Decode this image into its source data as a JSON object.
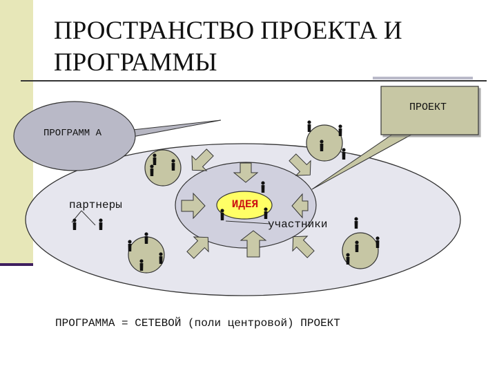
{
  "slide": {
    "title": "ПРОСТРАНСТВО ПРОЕКТА И ПРОГРАММЫ",
    "formula": "ПРОГРАММА = СЕТЕВОЙ (поли центровой) ПРОЕКТ"
  },
  "diagram": {
    "project_label": "ПРОЕКТ",
    "program_label": "ПРОГРАММ А",
    "partners_label": "партнеры",
    "idea_label": "ИДЕЯ",
    "participants_label": "участники"
  },
  "colors": {
    "side_band": "#e7e7b8",
    "outer_ellipse": "#e6e6ee",
    "inner_ellipse": "#d0d0de",
    "callout_box": "#c7c7a4",
    "idea_fill": "#ffff66",
    "circle_fill": "#c6c6a4",
    "arrow_fill": "#c9c9a8",
    "idea_text": "#cc1111"
  }
}
